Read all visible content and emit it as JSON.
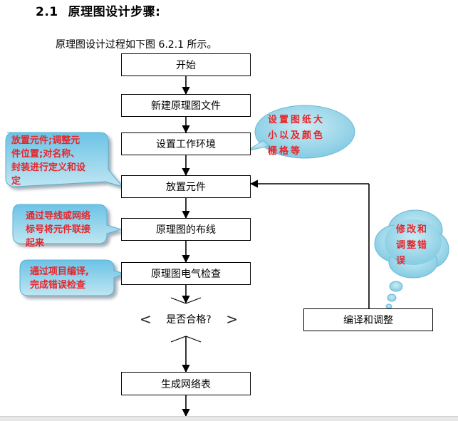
{
  "heading": {
    "number": "2.1",
    "title": "原理图设计步骤:"
  },
  "intro": "原理图设计过程如下图 6.2.1 所示。",
  "steps": {
    "start": "开始",
    "new_file": "新建原理图文件",
    "env": "设置工作环境",
    "place": "放置元件",
    "wiring": "原理图的布线",
    "check": "原理图电气检查",
    "condition": "是否合格?",
    "netlist": "生成网络表",
    "fix": "编译和调整"
  },
  "condition_brackets": {
    "left": "<",
    "right": ">"
  },
  "callouts": {
    "place_line1": "放置元件;调整元",
    "place_line2": "件位置;对名称、",
    "place_line3": "封装进行定义和设",
    "place_line4": "定",
    "wire_line1": "通过导线或网络",
    "wire_line2": "标号将元件联接",
    "wire_line3": "起来",
    "check_line1": "通过项目编译,",
    "check_line2": "完成错误检查"
  },
  "clouds": {
    "env_line1": "设置图纸大",
    "env_line2": "小以及颜色",
    "env_line3": "栅格等",
    "fix_line1": "修改和",
    "fix_line2": "调整错",
    "fix_line3": "误"
  },
  "colors": {
    "callout_fill": "#7fcce8",
    "callout_shadow": "#9aa8b4",
    "callout_text": "#e8242a",
    "cloud_fill": "#9fd6e8",
    "cloud_text": "#e8242a"
  }
}
